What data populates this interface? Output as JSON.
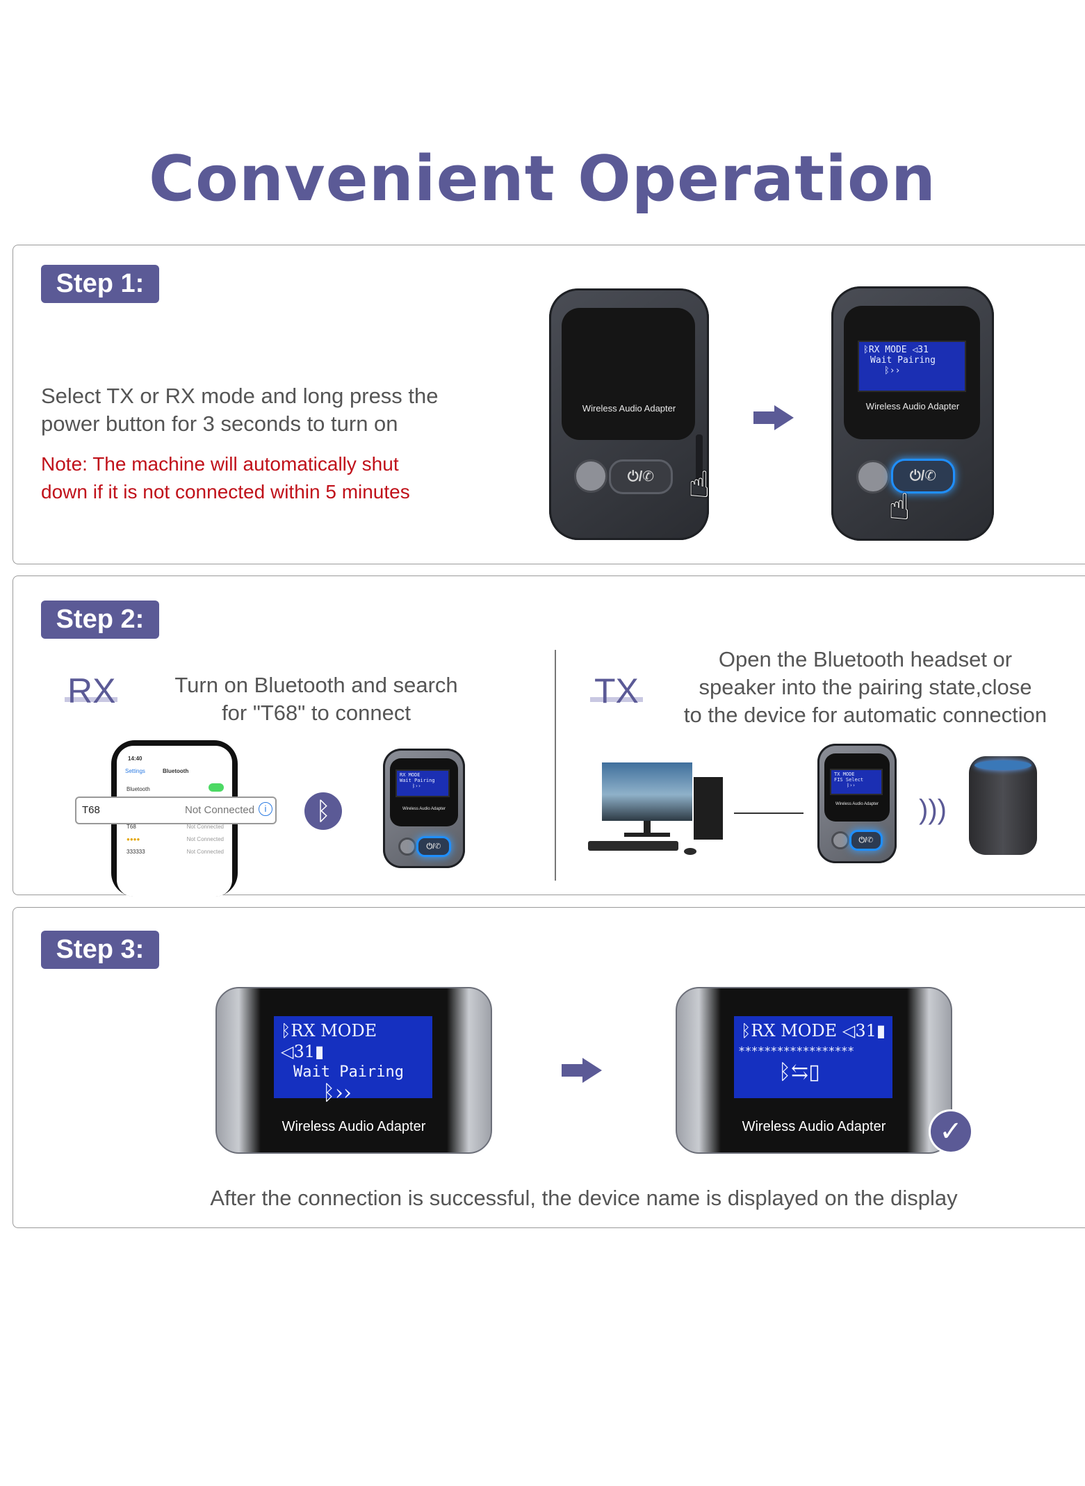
{
  "title": "Convenient Operation",
  "step1": {
    "badge": "Step 1:",
    "instruction_line1": "Select TX or RX mode and long press the",
    "instruction_line2": "power button for 3 seconds to turn on",
    "note_line1": "Note: The machine will automatically shut",
    "note_line2": "down if it is not connected within 5 minutes",
    "device_brand": "Wireless Audio Adapter",
    "screen_line1": "RX MODE",
    "screen_vol": "31",
    "screen_line2": "Wait Pairing",
    "button_icon": "⏻/✆"
  },
  "step2": {
    "badge": "Step 2:",
    "rx_label": "RX",
    "rx_text_line1": "Turn on Bluetooth and search",
    "rx_text_line2": "for \"T68\" to connect",
    "tx_label": "TX",
    "tx_text_line1": "Open the Bluetooth headset or",
    "tx_text_line2": "speaker into the pairing state,close",
    "tx_text_line3": "to the device for automatic connection",
    "phone": {
      "time": "14:40",
      "back": "Settings",
      "header": "Bluetooth",
      "bt_row": "Bluetooth",
      "highlight_name": "T68",
      "highlight_status": "Not Connected",
      "rows": [
        {
          "name": "T68",
          "status": "Not Connected"
        },
        {
          "name": "●●●●",
          "status": "Not Connected"
        },
        {
          "name": "333333",
          "status": "Not Connected"
        }
      ]
    },
    "rx_device_screen": "RX MODE",
    "rx_device_screen2": "Wait Pairing",
    "tx_device_screen": "TX MODE",
    "tx_device_screen2": "FIS Select",
    "device_brand": "Wireless Audio Adapter"
  },
  "step3": {
    "badge": "Step 3:",
    "left_screen_line1": "RX MODE",
    "left_screen_vol": "31",
    "left_screen_line2": "Wait Pairing",
    "right_screen_line1": "RX MODE",
    "right_screen_vol": "31",
    "right_screen_line2": "******************",
    "brand": "Wireless Audio Adapter",
    "caption": "After the connection is successful, the device name is displayed on the display"
  },
  "colors": {
    "accent": "#5b5a96",
    "note": "#c0111a",
    "screen": "#1b2fb3"
  },
  "icons": [
    "bluetooth-icon",
    "arrow-right-icon",
    "check-icon",
    "hand-pointer-icon",
    "sound-waves-icon",
    "volume-icon",
    "battery-icon"
  ]
}
